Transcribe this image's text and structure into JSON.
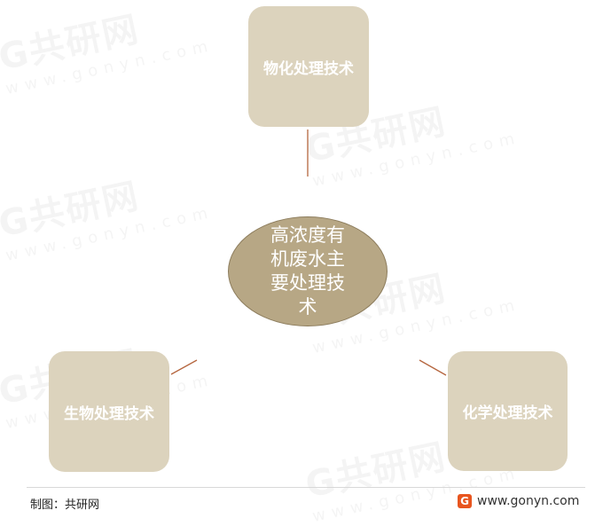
{
  "diagram": {
    "center_label": "高浓度有机废水主要处理技术",
    "nodes": [
      {
        "id": "top",
        "label": "物化处理技术"
      },
      {
        "id": "left",
        "label": "生物处理技术"
      },
      {
        "id": "right",
        "label": "化学处理技术"
      }
    ]
  },
  "footer": {
    "maker": "制图：共研网",
    "website": "www.gonyn.com"
  },
  "watermark": {
    "text": "共研网",
    "url": "w w w . g o n y n . c o m"
  },
  "colors": {
    "node_fill": "#dcd3bd",
    "center_fill": "#b7a785",
    "connector": "#b5663f",
    "logo": "#e8551f"
  }
}
